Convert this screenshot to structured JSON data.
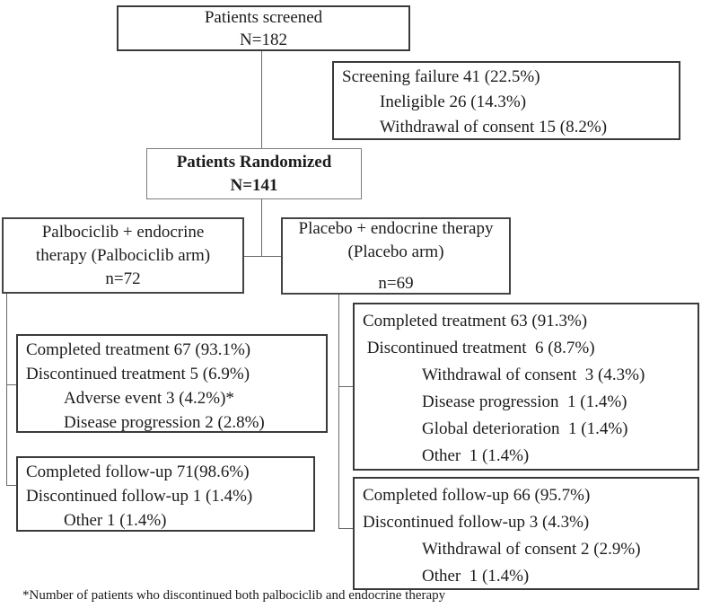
{
  "figure": {
    "boxes": {
      "screened": {
        "lines": [
          "Patients screened",
          "N=182"
        ]
      },
      "screening_failure": {
        "lines": [
          "Screening failure 41 (22.5%)",
          "Ineligible 26 (14.3%)",
          "Withdrawal of consent 15 (8.2%)"
        ]
      },
      "randomized": {
        "lines": [
          "Patients Randomized",
          "N=141"
        ]
      },
      "palbociclib_arm": {
        "lines": [
          "Palbociclib + endocrine",
          "therapy (Palbociclib arm)",
          "n=72"
        ]
      },
      "placebo_arm": {
        "lines": [
          "Placebo + endocrine therapy",
          "(Placebo arm)",
          "n=69"
        ]
      },
      "palbociclib_treatment": {
        "lines": [
          "Completed treatment 67 (93.1%)",
          "Discontinued treatment 5 (6.9%)",
          "Adverse event 3 (4.2%)*",
          "Disease progression 2 (2.8%)"
        ]
      },
      "palbociclib_followup": {
        "lines": [
          "Completed follow-up 71(98.6%)",
          "Discontinued follow-up 1 (1.4%)",
          "Other 1 (1.4%)"
        ]
      },
      "placebo_treatment": {
        "lines": [
          "Completed treatment 63 (91.3%)",
          " Discontinued treatment  6 (8.7%)",
          "Withdrawal of consent  3 (4.3%)",
          "Disease progression  1 (1.4%)",
          "Global deterioration  1 (1.4%)",
          "Other  1 (1.4%)"
        ]
      },
      "placebo_followup": {
        "lines": [
          "Completed follow-up 66 (95.7%)",
          "Discontinued follow-up 3 (4.3%)",
          "Withdrawal of consent 2 (2.9%)",
          "Other  1 (1.4%)"
        ]
      }
    },
    "footnote": "*Number of patients who discontinued both palbociclib and endocrine therapy",
    "colors": {
      "background": "#ffffff",
      "box_border": "#3a3a3a",
      "connector": "#6b6b6b",
      "text": "#1c1c1c"
    }
  }
}
